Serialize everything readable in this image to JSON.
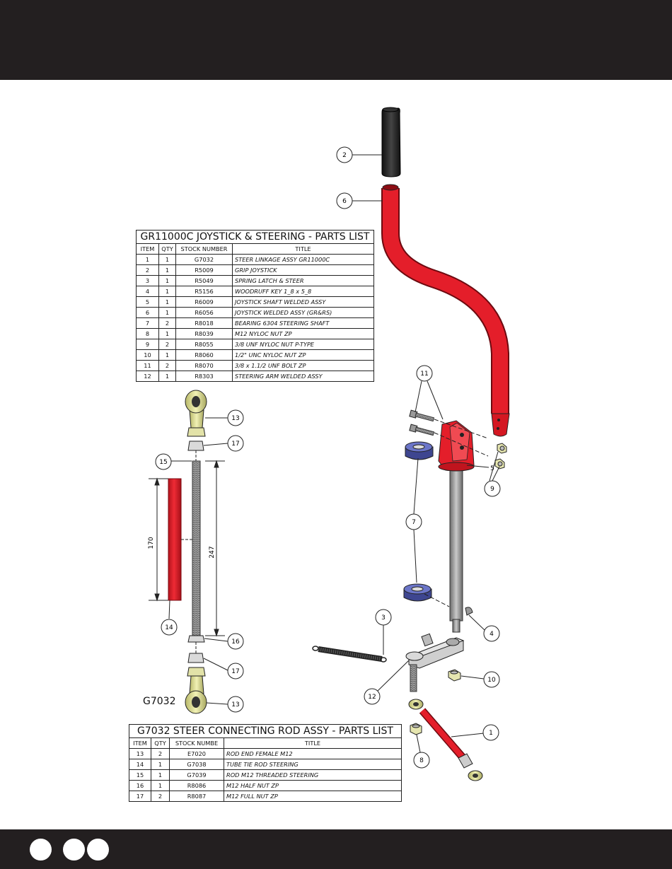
{
  "colors": {
    "header_bg": "#231f20",
    "part_red": "#e41e2a",
    "bearing_blue": "#5a63b0",
    "rod_end_yellow": "#e8e89a",
    "steel_grey": "#8c8c8c"
  },
  "balloons": [
    "2",
    "6",
    "11",
    "5",
    "9",
    "7",
    "4",
    "3",
    "10",
    "12",
    "1",
    "8",
    "13",
    "17",
    "15",
    "14",
    "16",
    "17",
    "13"
  ],
  "dimensions": {
    "tube_length": "170",
    "rod_length": "247"
  },
  "assy_label": "G7032",
  "parts_list_main": {
    "title": "GR11000C JOYSTICK & STEERING - PARTS LIST",
    "headers": [
      "ITEM",
      "QTY",
      "STOCK NUMBER",
      "TITLE"
    ],
    "rows": [
      [
        "1",
        "1",
        "G7032",
        "STEER LINKAGE  ASSY GR11000C"
      ],
      [
        "2",
        "1",
        "R5009",
        "GRIP JOYSTICK"
      ],
      [
        "3",
        "1",
        "R5049",
        "SPRING LATCH & STEER"
      ],
      [
        "4",
        "1",
        "R5156",
        "WOODRUFF KEY 1_8  x 5_8"
      ],
      [
        "5",
        "1",
        "R6009",
        "JOYSTICK SHAFT WELDED ASSY"
      ],
      [
        "6",
        "1",
        "R6056",
        "JOYSTICK WELDED ASSY (GR&RS)"
      ],
      [
        "7",
        "2",
        "R8018",
        "BEARING 6304 STEERING SHAFT"
      ],
      [
        "8",
        "1",
        "R8039",
        "M12 NYLOC NUT ZP"
      ],
      [
        "9",
        "2",
        "R8055",
        "3/8 UNF NYLOC NUT P-TYPE"
      ],
      [
        "10",
        "1",
        "R8060",
        "1/2\" UNC NYLOC NUT ZP"
      ],
      [
        "11",
        "2",
        "R8070",
        "3/8 x 1.1/2  UNF BOLT ZP"
      ],
      [
        "12",
        "1",
        "R8303",
        "STEERING ARM WELDED ASSY"
      ]
    ]
  },
  "parts_list_rod": {
    "title": "G7032 STEER CONNECTING ROD ASSY - PARTS LIST",
    "headers": [
      "ITEM",
      "QTY",
      "STOCK NUMBE",
      "TITLE"
    ],
    "rows": [
      [
        "13",
        "2",
        "E7020",
        "ROD END FEMALE M12"
      ],
      [
        "14",
        "1",
        "G7038",
        "TUBE TIE ROD STEERING"
      ],
      [
        "15",
        "1",
        "G7039",
        "ROD M12 THREADED STEERING"
      ],
      [
        "16",
        "1",
        "R8086",
        "M12 HALF NUT ZP"
      ],
      [
        "17",
        "2",
        "R8087",
        "M12 FULL NUT ZP"
      ]
    ]
  }
}
